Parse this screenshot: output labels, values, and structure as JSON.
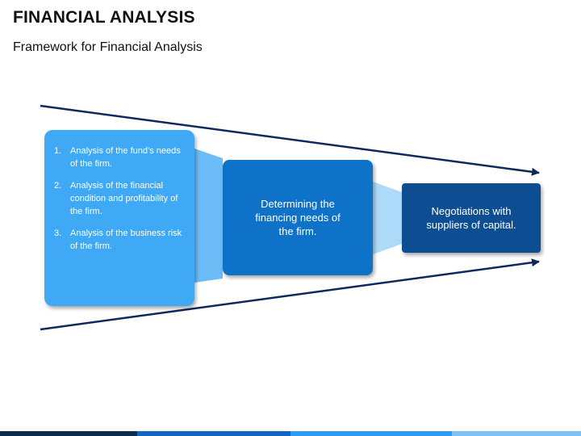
{
  "title": "FINANCIAL ANALYSIS",
  "subtitle": "Framework for Financial Analysis",
  "boxes": [
    {
      "items": [
        {
          "num": "1.",
          "text": "Analysis of the fund’s needs of the firm."
        },
        {
          "num": "2.",
          "text": "Analysis of the financial condition and profitability of the firm."
        },
        {
          "num": "3.",
          "text": "Analysis of the business risk of the firm."
        }
      ],
      "color": "#3fa9f5"
    },
    {
      "text": "Determining the financing needs of the firm.",
      "color": "#0f72c9"
    },
    {
      "text": "Negotiations with suppliers of capital.",
      "color": "#0d4d92"
    }
  ],
  "colors": {
    "arrow": "#0e2a5c",
    "connector_light": "#6cbcf7",
    "connector_lighter": "#aedaf9",
    "footer": [
      "#0d2a4f",
      "#1565c0",
      "#2e9bf0",
      "#7cc2f7"
    ]
  }
}
